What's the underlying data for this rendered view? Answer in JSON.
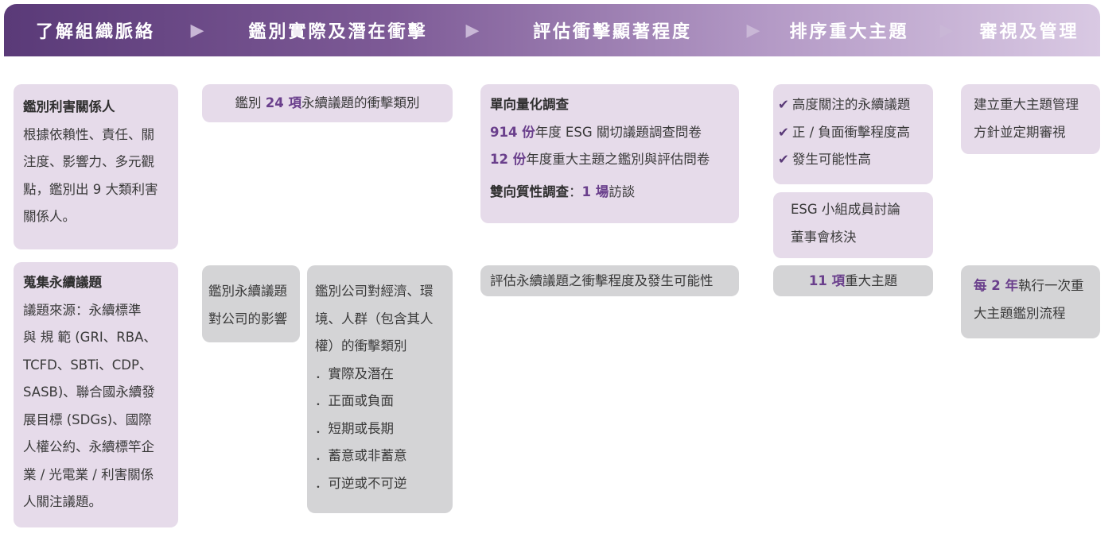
{
  "steps": [
    {
      "label": "了解組織脈絡"
    },
    {
      "label": "鑑別實際及潛在衝擊"
    },
    {
      "label": "評估衝擊顯著程度"
    },
    {
      "label": "排序重大主題"
    },
    {
      "label": "審視及管理"
    }
  ],
  "arrow_glyph": "▶",
  "col1": {
    "box1": {
      "title": "鑑別利害關係人",
      "lines": [
        "根據依賴性、責任、關",
        "注度、影響力、多元觀",
        "點，鑑別出 9 大類利害",
        "關係人。"
      ]
    },
    "box2": {
      "title": "蒐集永續議題",
      "lines": [
        "議題來源：永續標準",
        "與 規 範 (GRI、RBA、",
        "TCFD、SBTi、CDP、",
        "SASB)、聯合國永續發",
        "展目標 (SDGs)、國際",
        "人權公約、永續標竿企",
        "業 / 光電業 / 利害關係",
        "人關注議題。"
      ]
    }
  },
  "col2": {
    "top": {
      "pre": "鑑別 ",
      "num": "24 項",
      "post": "永續議題的衝擊類別"
    },
    "left": {
      "lines": [
        "鑑別永續議題",
        "對公司的影響"
      ]
    },
    "right": {
      "lines": [
        "鑑別公司對經濟、環",
        "境、人群（包含其人",
        "權）的衝擊類別"
      ],
      "bullets": [
        "．實際及潛在",
        "．正面或負面",
        "．短期或長期",
        "．蓄意或非蓄意",
        "．可逆或不可逆"
      ]
    }
  },
  "col3": {
    "top": {
      "title": "單向量化調查",
      "survey1_num": "914 份",
      "survey1_text": "年度 ESG 關切議題調查問卷",
      "survey2_num": "12 份",
      "survey2_text": "年度重大主題之鑑別與評估問卷",
      "interview_title": "雙向質性調查",
      "interview_colon": "：",
      "interview_num": "1 場",
      "interview_text": "訪談"
    },
    "bottom": {
      "text": "評估永續議題之衝擊程度及發生可能性"
    }
  },
  "col4": {
    "checks": [
      "高度關注的永續議題",
      "正 / 負面衝擊程度高",
      "發生可能性高"
    ],
    "check_mark": "✔",
    "mid": {
      "lines": [
        "ESG 小組成員討論",
        "董事會核決"
      ]
    },
    "bottom": {
      "num": "11 項",
      "text": "重大主題"
    }
  },
  "col5": {
    "top": {
      "lines": [
        "建立重大主題管理",
        "方針並定期審視"
      ]
    },
    "bottom": {
      "num": "每 2 年",
      "text1": "執行一次重",
      "text2": "大主題鑑別流程"
    }
  }
}
